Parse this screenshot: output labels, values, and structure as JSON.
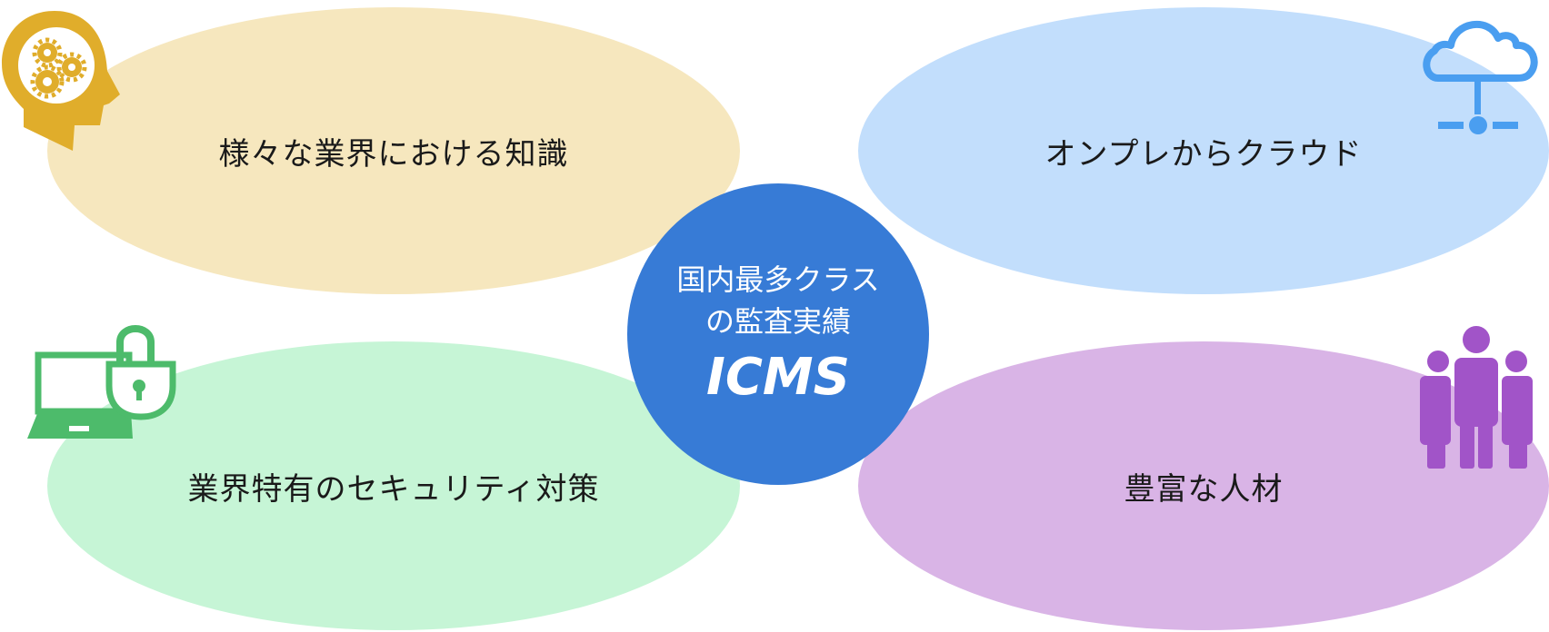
{
  "center": {
    "line1": "国内最多クラス",
    "line2": "の監査実績",
    "brand": "ICMS"
  },
  "items": [
    {
      "label": "様々な業界における知識",
      "icon": "head-gears-icon"
    },
    {
      "label": "オンプレからクラウド",
      "icon": "cloud-network-icon"
    },
    {
      "label": "業界特有のセキュリティ対策",
      "icon": "laptop-lock-icon"
    },
    {
      "label": "豊富な人材",
      "icon": "people-icon"
    }
  ],
  "colors": {
    "center": "#377bd6",
    "yellow": "#f6e7be",
    "blue": "#c2defc",
    "green": "#c6f5d6",
    "purple": "#d9b4e6"
  }
}
